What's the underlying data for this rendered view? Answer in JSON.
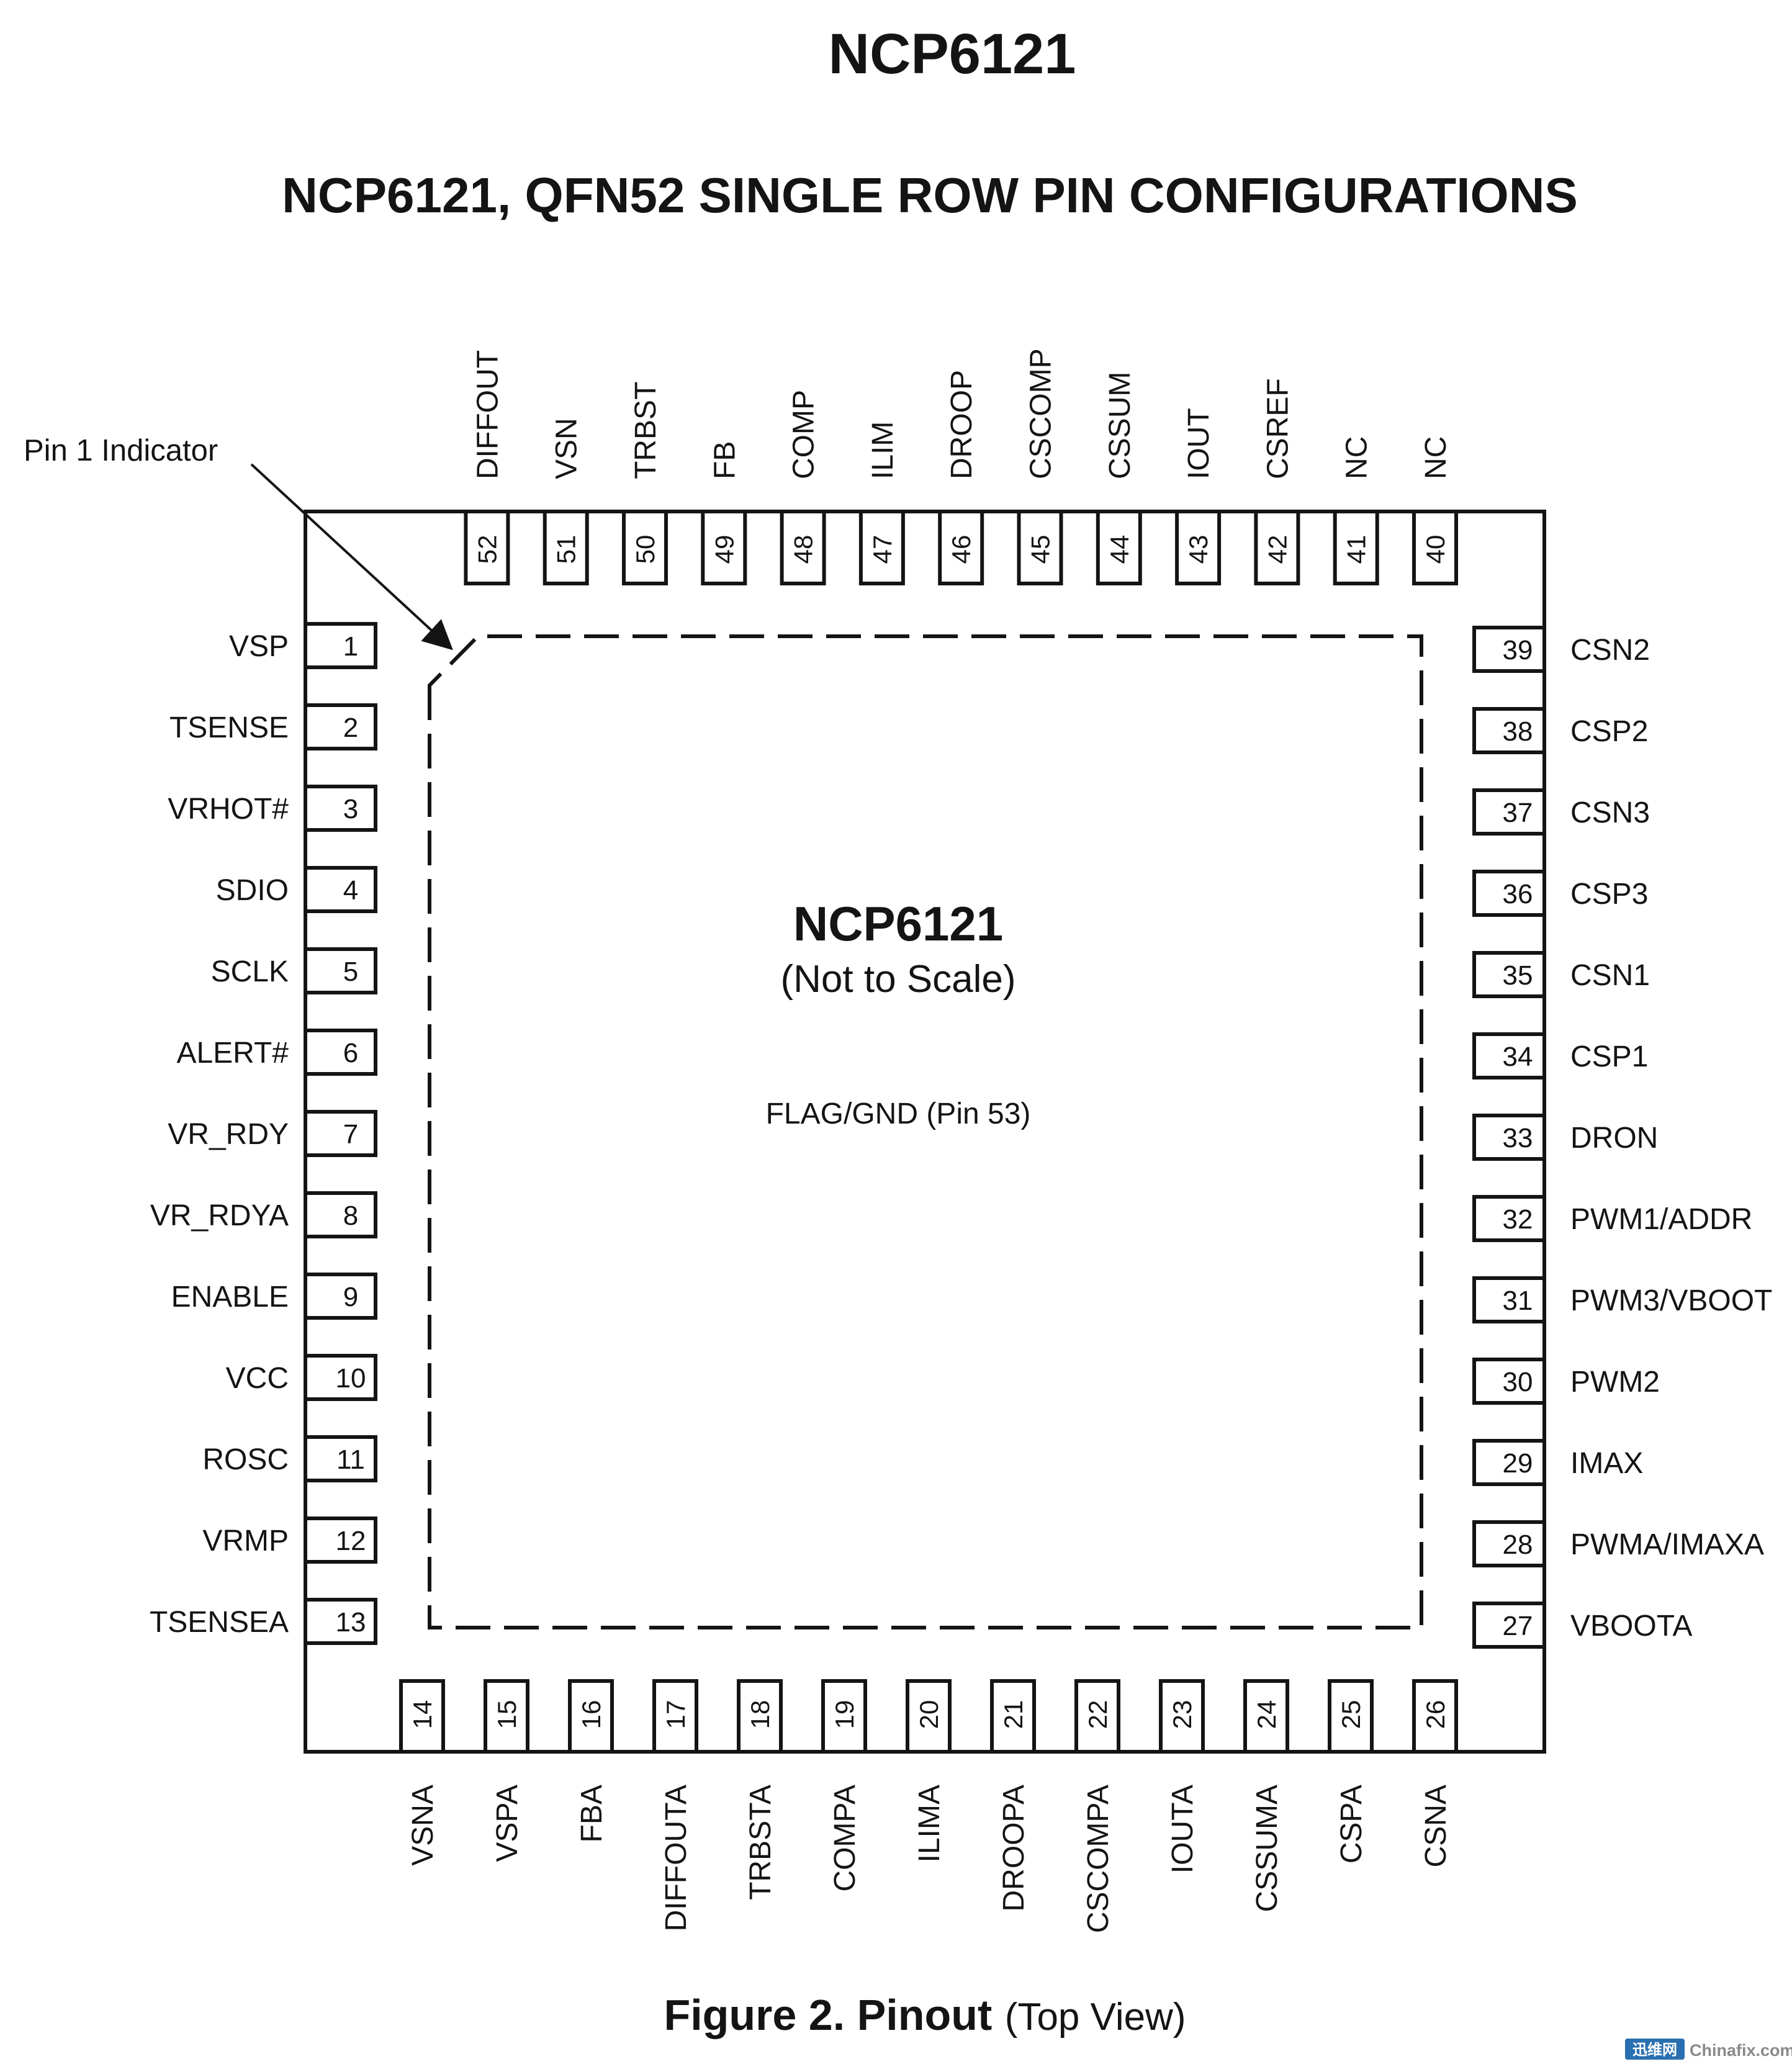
{
  "header": {
    "title": "NCP6121",
    "subtitle": "NCP6121, QFN52 SINGLE ROW PIN CONFIGURATIONS"
  },
  "diagram": {
    "pin1_indicator_label": "Pin 1 Indicator",
    "center_title": "NCP6121",
    "center_note": "(Not to Scale)",
    "flag_label": "FLAG/GND (Pin 53)",
    "pins": {
      "left": [
        {
          "num": "1",
          "name": "VSP"
        },
        {
          "num": "2",
          "name": "TSENSE"
        },
        {
          "num": "3",
          "name": "VRHOT#"
        },
        {
          "num": "4",
          "name": "SDIO"
        },
        {
          "num": "5",
          "name": "SCLK"
        },
        {
          "num": "6",
          "name": "ALERT#"
        },
        {
          "num": "7",
          "name": "VR_RDY"
        },
        {
          "num": "8",
          "name": "VR_RDYA"
        },
        {
          "num": "9",
          "name": "ENABLE"
        },
        {
          "num": "10",
          "name": "VCC"
        },
        {
          "num": "11",
          "name": "ROSC"
        },
        {
          "num": "12",
          "name": "VRMP"
        },
        {
          "num": "13",
          "name": "TSENSEA"
        }
      ],
      "bottom": [
        {
          "num": "14",
          "name": "VSNA"
        },
        {
          "num": "15",
          "name": "VSPA"
        },
        {
          "num": "16",
          "name": "FBA"
        },
        {
          "num": "17",
          "name": "DIFFOUTA"
        },
        {
          "num": "18",
          "name": "TRBSTA"
        },
        {
          "num": "19",
          "name": "COMPA"
        },
        {
          "num": "20",
          "name": "ILIMA"
        },
        {
          "num": "21",
          "name": "DROOPA"
        },
        {
          "num": "22",
          "name": "CSCOMPA"
        },
        {
          "num": "23",
          "name": "IOUTA"
        },
        {
          "num": "24",
          "name": "CSSUMA"
        },
        {
          "num": "25",
          "name": "CSPA"
        },
        {
          "num": "26",
          "name": "CSNA"
        }
      ],
      "right": [
        {
          "num": "27",
          "name": "VBOOTA"
        },
        {
          "num": "28",
          "name": "PWMA/IMAXA"
        },
        {
          "num": "29",
          "name": "IMAX"
        },
        {
          "num": "30",
          "name": "PWM2"
        },
        {
          "num": "31",
          "name": "PWM3/VBOOT"
        },
        {
          "num": "32",
          "name": "PWM1/ADDR"
        },
        {
          "num": "33",
          "name": "DRON"
        },
        {
          "num": "34",
          "name": "CSP1"
        },
        {
          "num": "35",
          "name": "CSN1"
        },
        {
          "num": "36",
          "name": "CSP3"
        },
        {
          "num": "37",
          "name": "CSN3"
        },
        {
          "num": "38",
          "name": "CSP2"
        },
        {
          "num": "39",
          "name": "CSN2"
        }
      ],
      "top": [
        {
          "num": "40",
          "name": "NC"
        },
        {
          "num": "41",
          "name": "NC"
        },
        {
          "num": "42",
          "name": "CSREF"
        },
        {
          "num": "43",
          "name": "IOUT"
        },
        {
          "num": "44",
          "name": "CSSUM"
        },
        {
          "num": "45",
          "name": "CSCOMP"
        },
        {
          "num": "46",
          "name": "DROOP"
        },
        {
          "num": "47",
          "name": "ILIM"
        },
        {
          "num": "48",
          "name": "COMP"
        },
        {
          "num": "49",
          "name": "FB"
        },
        {
          "num": "50",
          "name": "TRBST"
        },
        {
          "num": "51",
          "name": "VSN"
        },
        {
          "num": "52",
          "name": "DIFFOUT"
        }
      ]
    }
  },
  "caption": {
    "bold": "Figure 2. Pinout",
    "normal": "(Top View)"
  },
  "watermark": {
    "badge": "迅维网",
    "site": "Chinafix.com"
  }
}
